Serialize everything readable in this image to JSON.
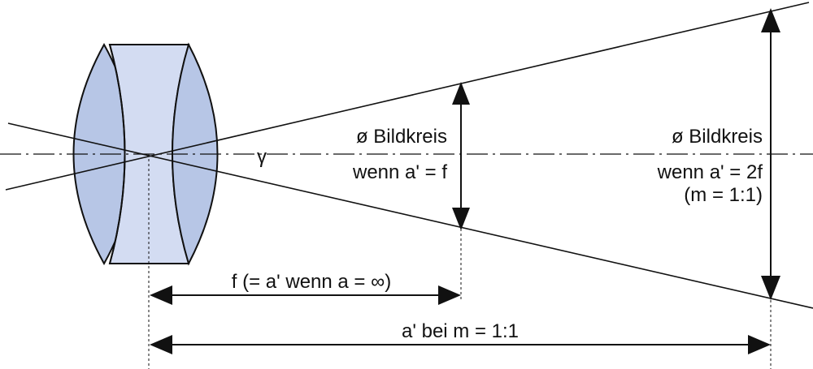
{
  "labels": {
    "gamma": "γ",
    "circle1_line1": "ø Bildkreis",
    "circle1_line2": "wenn a' = f",
    "circle2_line1": "ø Bildkreis",
    "circle2_line2": "wenn a' = 2f",
    "circle2_line3": "(m = 1:1)",
    "dim_f": "f (= a' wenn a = ∞)",
    "dim_a": "a' bei m = 1:1"
  },
  "colors": {
    "lens_dark": "#b7c6e6",
    "lens_light": "#d3dcf2",
    "stroke": "#111111"
  }
}
